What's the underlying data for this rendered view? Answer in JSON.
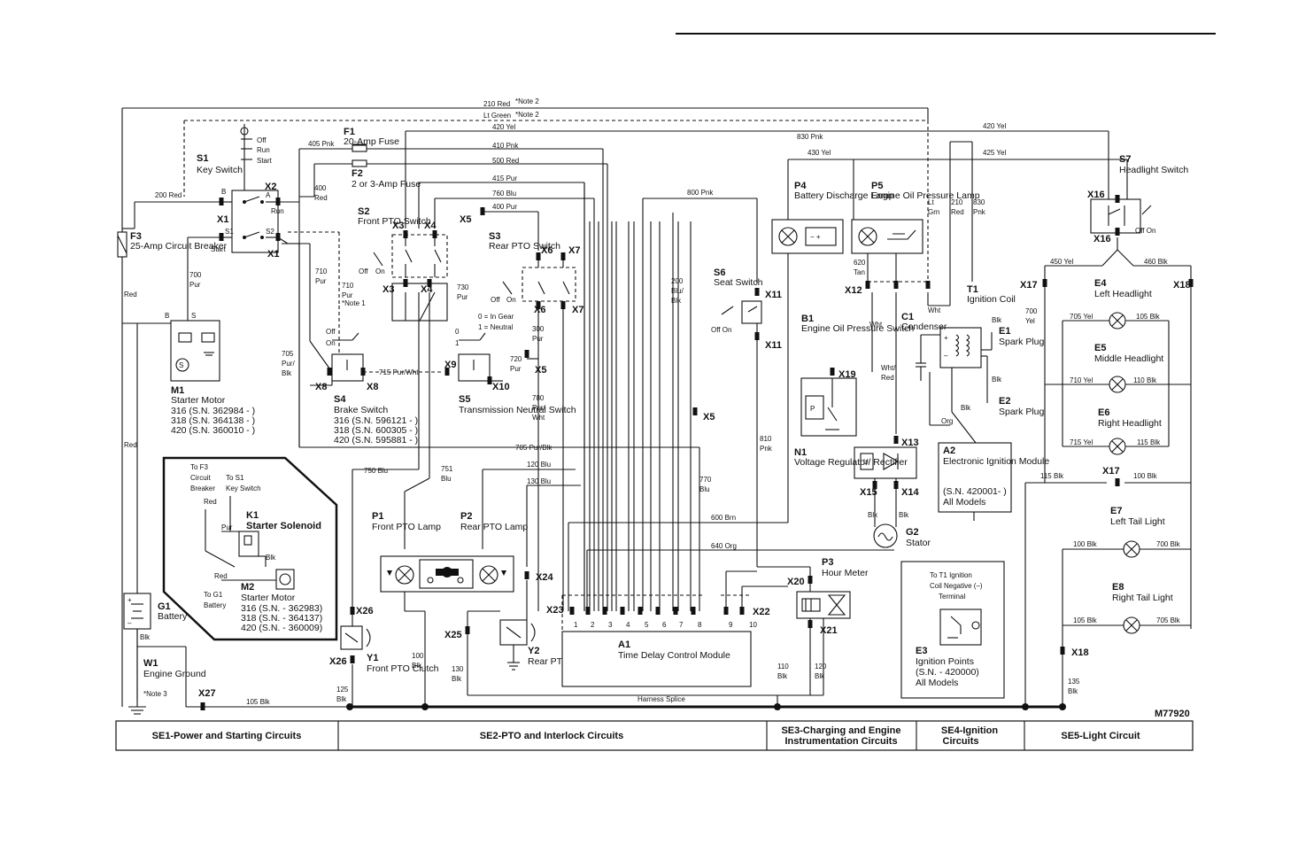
{
  "figure_id": "M77920",
  "sections": [
    {
      "label": "SE1-Power and Starting Circuits"
    },
    {
      "label": "SE2-PTO and Interlock Circuits"
    },
    {
      "label": "SE3-Charging and Engine Instrumentation Circuits"
    },
    {
      "label": "SE4-Ignition Circuits"
    },
    {
      "label": "SE5-Light Circuit"
    }
  ],
  "harness_splice": "Harness Splice",
  "components": {
    "s1": {
      "id": "S1",
      "name": "Key Switch",
      "positions": [
        "Off",
        "Run",
        "Start"
      ]
    },
    "f1": {
      "id": "F1",
      "name": "20-Amp Fuse"
    },
    "f2": {
      "id": "F2",
      "name": "2 or 3-Amp Fuse"
    },
    "f3": {
      "id": "F3",
      "name": "25-Amp Circuit Breaker"
    },
    "s2": {
      "id": "S2",
      "name": "Front PTO Switch"
    },
    "s3": {
      "id": "S3",
      "name": "Rear PTO Switch",
      "legend": [
        "0 = In Gear",
        "1 = Neutral"
      ]
    },
    "s4": {
      "id": "S4",
      "name": "Brake Switch",
      "models": [
        "316 (S.N. 596121 - )",
        "318 (S.N. 600305 - )",
        "420 (S.N. 595881 - )"
      ]
    },
    "s5": {
      "id": "S5",
      "name": "Transmission Neutral Switch"
    },
    "s6": {
      "id": "S6",
      "name": "Seat Switch"
    },
    "s7": {
      "id": "S7",
      "name": "Headlight Switch"
    },
    "m1": {
      "id": "M1",
      "name": "Starter Motor",
      "models": [
        "316 (S.N. 362984 - )",
        "318 (S.N. 364138 - )",
        "420 (S.N. 360010 - )"
      ]
    },
    "k1": {
      "id": "K1",
      "name": "Starter Solenoid"
    },
    "m2": {
      "id": "M2",
      "name": "Starter Motor",
      "models": [
        "316 (S.N. - 362983)",
        "318 (S.N. - 364137)",
        "420 (S.N. - 360009)"
      ]
    },
    "g1": {
      "id": "G1",
      "name": "Battery"
    },
    "w1": {
      "id": "W1",
      "name": "Engine Ground",
      "note": "*Note 3"
    },
    "p1": {
      "id": "P1",
      "name": "Front PTO Lamp"
    },
    "p2": {
      "id": "P2",
      "name": "Rear PTO Lamp"
    },
    "y1": {
      "id": "Y1",
      "name": "Front PTO Clutch"
    },
    "y2": {
      "id": "Y2",
      "name": "Rear PTO Clutch"
    },
    "a1": {
      "id": "A1",
      "name": "Time Delay Control Module"
    },
    "p3": {
      "id": "P3",
      "name": "Hour Meter"
    },
    "p4": {
      "id": "P4",
      "name": "Battery Discharge Lamp"
    },
    "p5": {
      "id": "P5",
      "name": "Engine Oil Pressure Lamp"
    },
    "b1": {
      "id": "B1",
      "name": "Engine Oil Pressure Switch"
    },
    "n1": {
      "id": "N1",
      "name": "Voltage Regulator/ Rectifier"
    },
    "g2": {
      "id": "G2",
      "name": "Stator"
    },
    "c1": {
      "id": "C1",
      "name": "Condenser"
    },
    "t1": {
      "id": "T1",
      "name": "Ignition Coil"
    },
    "e1": {
      "id": "E1",
      "name": "Spark Plug"
    },
    "e2": {
      "id": "E2",
      "name": "Spark Plug"
    },
    "a2": {
      "id": "A2",
      "name": "Electronic Ignition Module",
      "models": [
        "(S.N. 420001- )",
        "All Models"
      ]
    },
    "e3": {
      "id": "E3",
      "name": "Ignition Points",
      "models": [
        "(S.N. - 420000)",
        "All Models"
      ],
      "note_lines": [
        "To T1 Ignition",
        "Coil Negative (–)",
        "Terminal"
      ]
    },
    "e4": {
      "id": "E4",
      "name": "Left Headlight"
    },
    "e5": {
      "id": "E5",
      "name": "Middle Headlight"
    },
    "e6": {
      "id": "E6",
      "name": "Right Headlight"
    },
    "e7": {
      "id": "E7",
      "name": "Left Tail Light"
    },
    "e8": {
      "id": "E8",
      "name": "Right Tail Light"
    }
  },
  "inset_labels": {
    "to_f3": [
      "To F3",
      "Circuit",
      "Breaker"
    ],
    "to_s1": [
      "To S1",
      "Key Switch"
    ],
    "to_g1": [
      "To G1",
      "Battery"
    ]
  },
  "wires": {
    "w210": "210 Red",
    "note2": "*Note 2",
    "ltgreen": "Lt Green",
    "w420": "420 Yel",
    "w405": "405 Pnk",
    "w410": "410 Pnk",
    "w500": "500 Red",
    "w415": "415 Pur",
    "w760": "760 Blu",
    "w400p": "400 Pur",
    "w800": "800 Pnk",
    "w830": "830 Pnk",
    "w430": "430 Yel",
    "w425": "425 Yel",
    "w200": "200 Red",
    "w400r": "400",
    "red": "Red",
    "w700": "700",
    "pur": "Pur",
    "w710": "710",
    "w730": "730",
    "w705": "705",
    "purslash": "Pur/",
    "blk": "Blk",
    "w715": "715 Pur/Wht",
    "w720": "720",
    "w300": "300",
    "w780": "780",
    "purslashwht": "Pur/",
    "wht": "Wht",
    "w705pb": "705 Pur/Blk",
    "w750": "750 Blu",
    "w751": "751",
    "blu": "Blu",
    "w120": "120 Blu",
    "w130b": "130 Blu",
    "w600": "600 Brn",
    "w640": "640 Org",
    "w770": "770",
    "w810": "810",
    "pnk": "Pnk",
    "w200bb": "200",
    "bluslash": "Blu/",
    "w620": "620",
    "tan": "Tan",
    "lt": "Lt",
    "grn": "Grn",
    "w210b": "210",
    "w830b": "830",
    "whtslash": "Wht/",
    "org": "Org",
    "w450": "450 Yel",
    "w460": "460 Blk",
    "w700y": "700",
    "yel": "Yel",
    "w705y": "705 Yel",
    "w105b": "105 Blk",
    "w710y": "710 Yel",
    "w110b": "110 Blk",
    "w715y": "715 Yel",
    "w115b": "115 Blk",
    "w100b": "100 Blk",
    "w700b": "700 Blk",
    "w105b2": "105 Blk",
    "w705b": "705 Blk",
    "w135": "135",
    "w110": "110",
    "w120n": "120",
    "w100": "100",
    "w130": "130",
    "w125": "125",
    "w105": "105 Blk",
    "w115": "115 Blk",
    "note1": "*Note 1",
    "offon": "Off On",
    "on": "On",
    "off": "Off",
    "zero": "0",
    "one": "1",
    "a": "A",
    "run": "Run",
    "start": "Start",
    "s2t": "S2",
    "s1t": "S1",
    "bt": "B",
    "st": "S"
  },
  "connectors": [
    "X1",
    "X2",
    "X3",
    "X4",
    "X5",
    "X6",
    "X7",
    "X8",
    "X9",
    "X10",
    "X11",
    "X12",
    "X13",
    "X14",
    "X15",
    "X16",
    "X17",
    "X18",
    "X19",
    "X20",
    "X21",
    "X22",
    "X23",
    "X24",
    "X25",
    "X26",
    "X27"
  ],
  "module_pins": [
    "1",
    "2",
    "3",
    "4",
    "5",
    "6",
    "7",
    "8",
    "9",
    "10"
  ]
}
